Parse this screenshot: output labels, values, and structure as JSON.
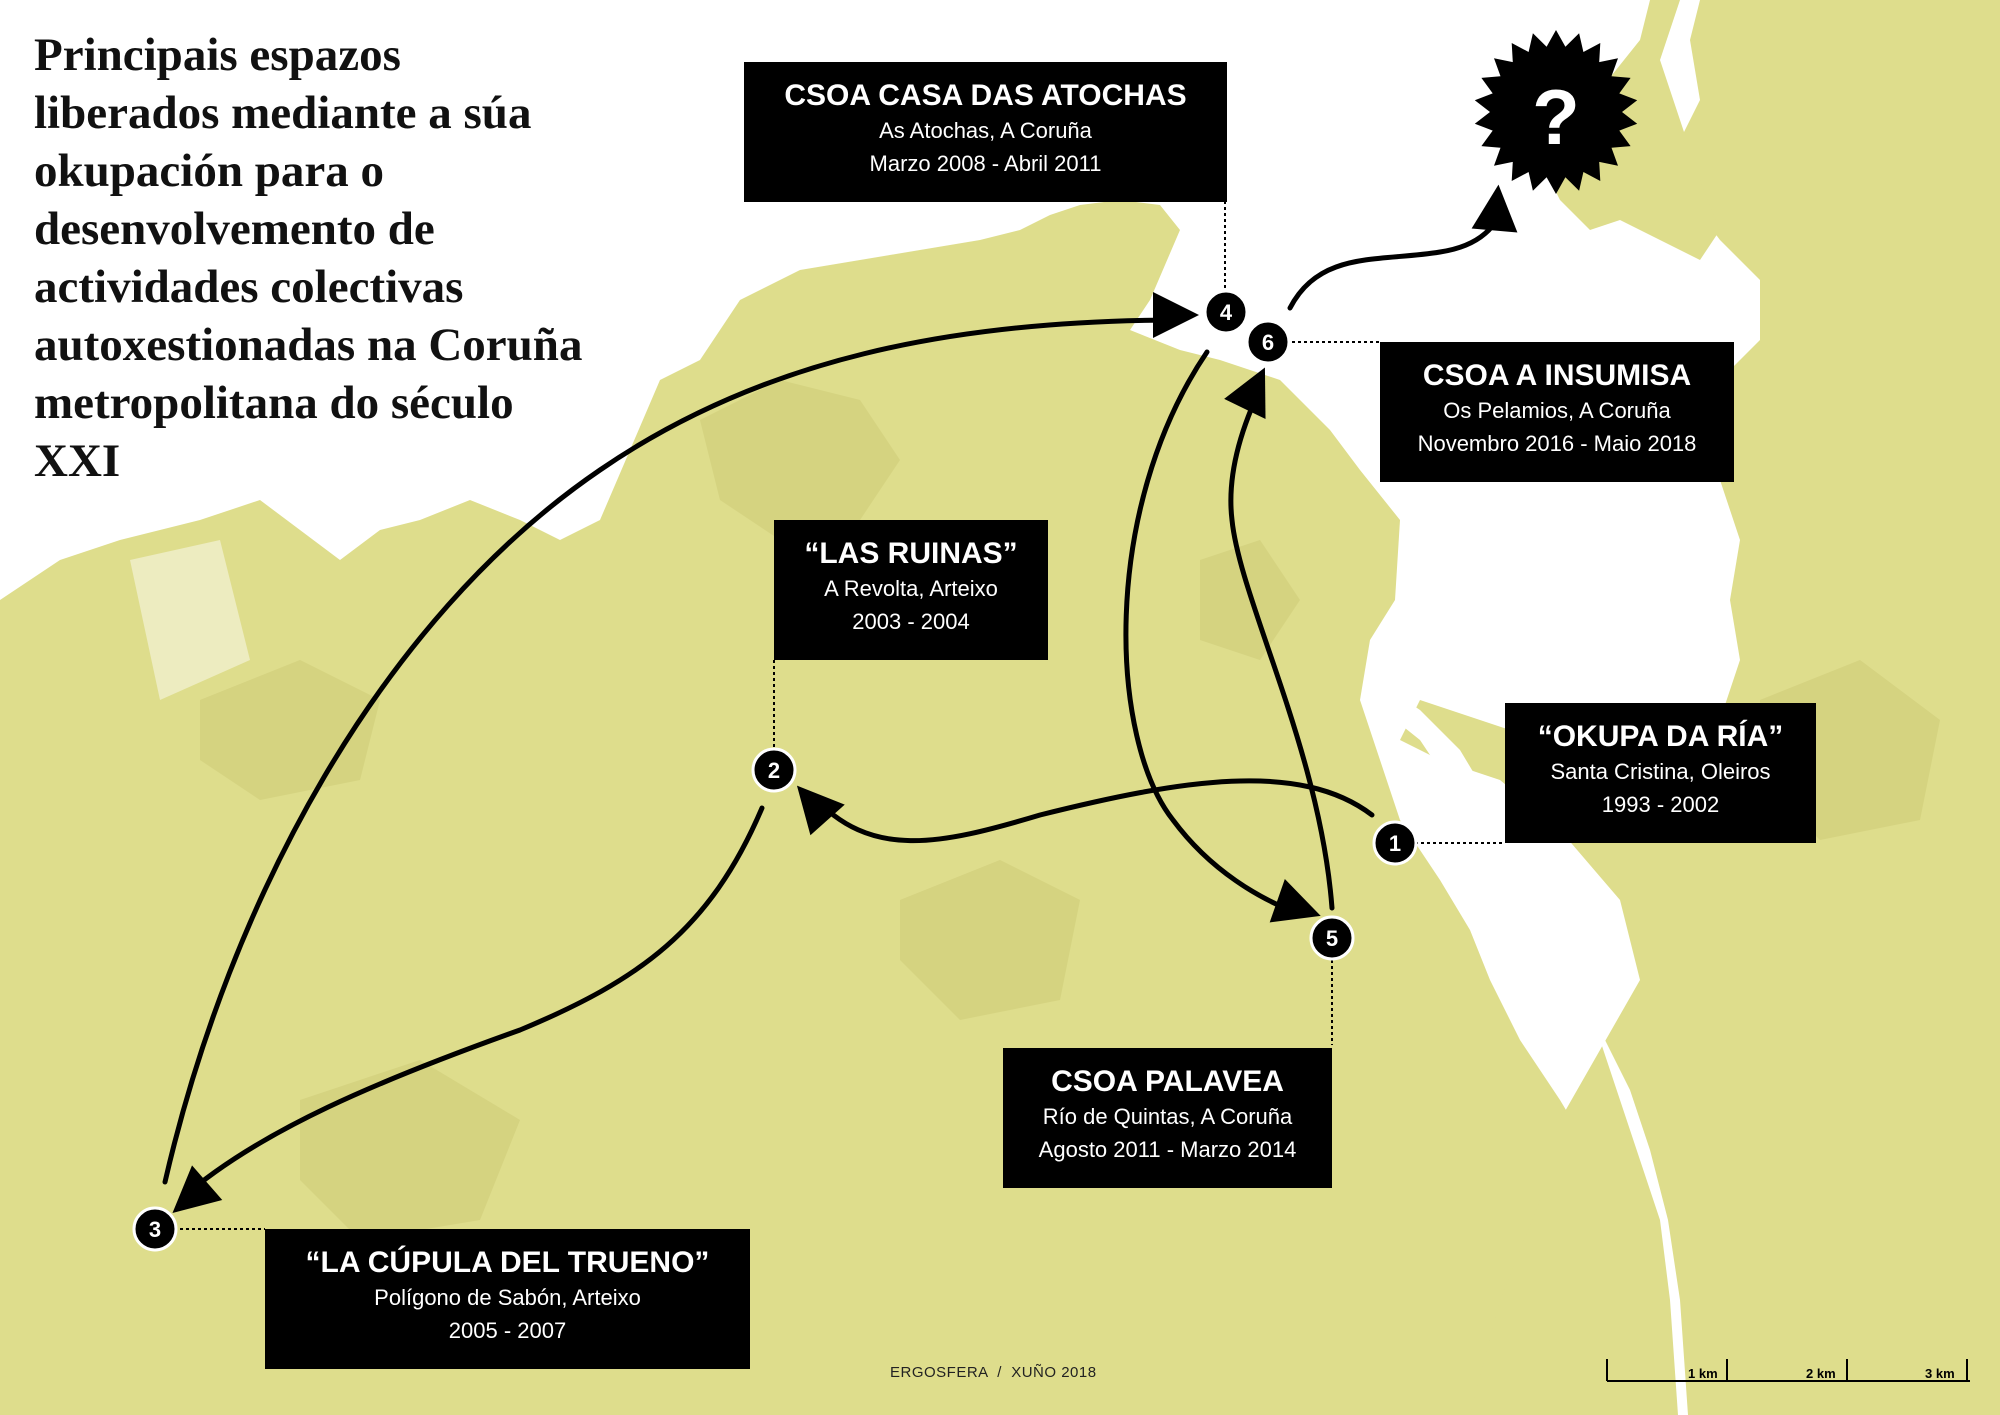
{
  "title": "Principais espazos liberados mediante a súa okupación para o desenvolvemento de actividades colectivas autoxestionadas na Coruña metropolitana do século XXI",
  "colors": {
    "land": "#dedd8c",
    "land_dark": "#cdcb77",
    "sea": "#ffffff",
    "label_bg": "#000000",
    "label_text": "#ffffff",
    "arrow": "#000000"
  },
  "sites": [
    {
      "number": "1",
      "name": "“OKUPA DA RÍA”",
      "place": "Santa Cristina, Oleiros",
      "dates": "1993 - 2002"
    },
    {
      "number": "2",
      "name": "“LAS RUINAS”",
      "place": "A Revolta, Arteixo",
      "dates": "2003 - 2004"
    },
    {
      "number": "3",
      "name": "“LA CÚPULA DEL TRUENO”",
      "place": "Polígono de Sabón, Arteixo",
      "dates": "2005 - 2007"
    },
    {
      "number": "4",
      "name": "CSOA CASA DAS ATOCHAS",
      "place": "As Atochas, A Coruña",
      "dates": "Marzo 2008 - Abril 2011"
    },
    {
      "number": "5",
      "name": "CSOA PALAVEA",
      "place": "Río de Quintas, A Coruña",
      "dates": "Agosto 2011 - Marzo 2014"
    },
    {
      "number": "6",
      "name": "CSOA A INSUMISA",
      "place": "Os Pelamios, A Coruña",
      "dates": "Novembro 2016 - Maio 2018"
    }
  ],
  "future_badge": "?",
  "footer": "ERGOSFERA  /  XUÑO 2018",
  "scale": {
    "labels": [
      "1 km",
      "2 km",
      "3 km"
    ]
  }
}
